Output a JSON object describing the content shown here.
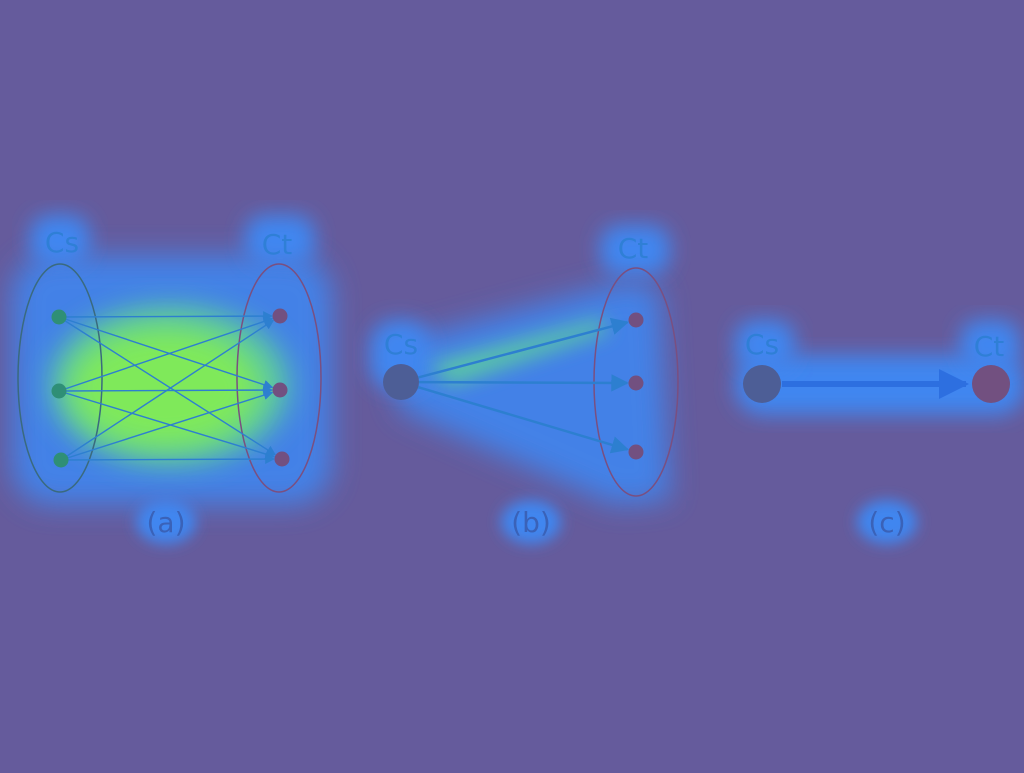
{
  "colors": {
    "background": "#655b9c",
    "glow_outer": "#3f86f0",
    "glow_inner": "#6ee85a",
    "label_text": "#2f7fd6",
    "node_left": "#2f8f76",
    "node_right": "#725080",
    "edge": "#2d7fd0",
    "ellipse_left": "#3a6a7e",
    "ellipse_right": "#7a4f80",
    "big_node": "#4d5e96"
  },
  "diagram_a": {
    "source_label": "Cs",
    "target_label": "Ct",
    "caption": "(a)",
    "source_nodes": [
      "s1",
      "s2",
      "s3"
    ],
    "target_nodes": [
      "t1",
      "t2",
      "t3"
    ],
    "edges": [
      [
        "s1",
        "t1"
      ],
      [
        "s1",
        "t2"
      ],
      [
        "s1",
        "t3"
      ],
      [
        "s2",
        "t1"
      ],
      [
        "s2",
        "t2"
      ],
      [
        "s2",
        "t3"
      ],
      [
        "s3",
        "t1"
      ],
      [
        "s3",
        "t2"
      ],
      [
        "s3",
        "t3"
      ]
    ]
  },
  "diagram_b": {
    "source_label": "Cs",
    "target_label": "Ct",
    "caption": "(b)",
    "target_nodes": [
      "t1",
      "t2",
      "t3"
    ],
    "edges": [
      [
        "s",
        "t1"
      ],
      [
        "s",
        "t2"
      ],
      [
        "s",
        "t3"
      ]
    ]
  },
  "diagram_c": {
    "source_label": "Cs",
    "target_label": "Ct",
    "caption": "(c)",
    "edges": [
      [
        "s",
        "t"
      ]
    ]
  }
}
